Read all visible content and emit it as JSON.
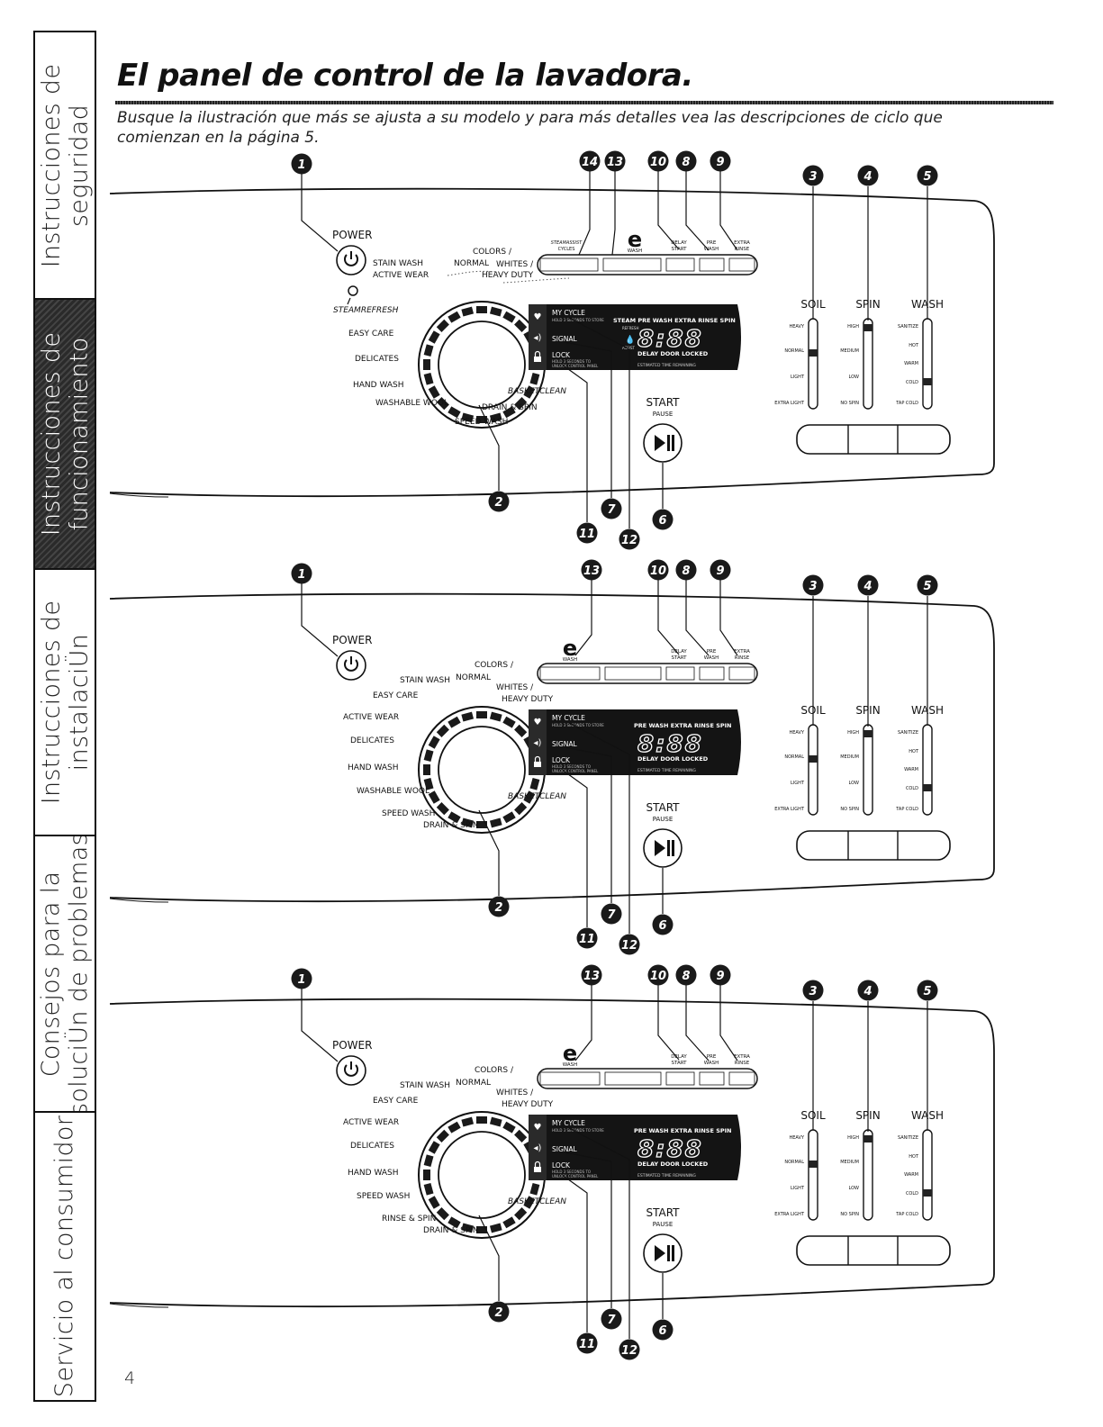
{
  "sidebar": {
    "tabs": [
      {
        "lines": [
          "Instrucciones de",
          "seguridad"
        ],
        "active": false
      },
      {
        "lines": [
          "Instrucciones de",
          "funcionamiento"
        ],
        "active": true
      },
      {
        "lines": [
          "Instrucciones de",
          "instalaciÜn"
        ],
        "active": false
      },
      {
        "lines": [
          "Consejos para la",
          "soluciÜn de problemas"
        ],
        "active": false
      },
      {
        "lines": [
          "Servicio al consumidor"
        ],
        "active": false
      }
    ]
  },
  "page": {
    "title": "El panel de control de la lavadora.",
    "intro": "Busque la ilustración que más se ajusta a su modelo y para más detalles vea las descripciones de ciclo que comienzan en la página 5.",
    "page_number": "4"
  },
  "common": {
    "power": "Power",
    "start": "Start",
    "pause": "Pause",
    "ewash": "Wash",
    "delay": [
      "Delay",
      "Start"
    ],
    "prewash": [
      "Pre",
      "Wash"
    ],
    "extrarinse": [
      "Extra",
      "Rinse"
    ],
    "steamassist": [
      "SteamAssist",
      "Cycles"
    ],
    "mycycle": "My Cycle",
    "mycycle_sub": "Hold 3 Seconds to store",
    "signal": "Signal",
    "lock": "Lock",
    "lock_sub": [
      "Hold 3 Seconds to",
      "Unlock Control Panel"
    ],
    "basketclean": "BasketClean",
    "display_digits": "8:88",
    "delay_door_locked": "Delay Door Locked",
    "estimated_time": "Estimated Time Remaining",
    "steam_refresh_assist": [
      "Refresh",
      "Assist"
    ],
    "soil": {
      "title": "Soil",
      "levels": [
        "Heavy",
        "Normal",
        "Light",
        "Extra Light"
      ]
    },
    "spin": {
      "title": "Spin",
      "levels": [
        "High",
        "Medium",
        "Low",
        "No Spin"
      ]
    },
    "wash": {
      "title": "Wash",
      "levels": [
        "Sanitize",
        "Hot",
        "Warm",
        "Cold",
        "Tap Cold"
      ]
    },
    "callout_numbers": [
      "1",
      "2",
      "3",
      "4",
      "5",
      "6",
      "7",
      "8",
      "9",
      "10",
      "11",
      "12",
      "13",
      "14"
    ]
  },
  "panels": [
    {
      "header": "Steam Pre Wash Extra Rinse Spin",
      "has_steam": true,
      "cycles": [
        "Colors /",
        "Normal",
        "Stain Wash",
        "Whites /",
        "Heavy Duty",
        "Active Wear",
        "SteamRefresh",
        "Easy Care",
        "Delicates",
        "Hand Wash",
        "Washable Wool",
        "Drain & Spin",
        "Speed Wash"
      ]
    },
    {
      "header": "Pre Wash Extra Rinse Spin",
      "has_steam": false,
      "cycles": [
        "Colors /",
        "Normal",
        "Stain Wash",
        "Whites /",
        "Heavy Duty",
        "Easy Care",
        "Active Wear",
        "Delicates",
        "Hand Wash",
        "Washable Wool",
        "Speed Wash",
        "Drain & Spin"
      ]
    },
    {
      "header": "Pre Wash Extra Rinse Spin",
      "has_steam": false,
      "cycles": [
        "Colors /",
        "Normal",
        "Stain Wash",
        "Whites /",
        "Heavy Duty",
        "Easy Care",
        "Active Wear",
        "Delicates",
        "Hand Wash",
        "Speed Wash",
        "Rinse & Spin",
        "Drain & Spin"
      ]
    }
  ]
}
